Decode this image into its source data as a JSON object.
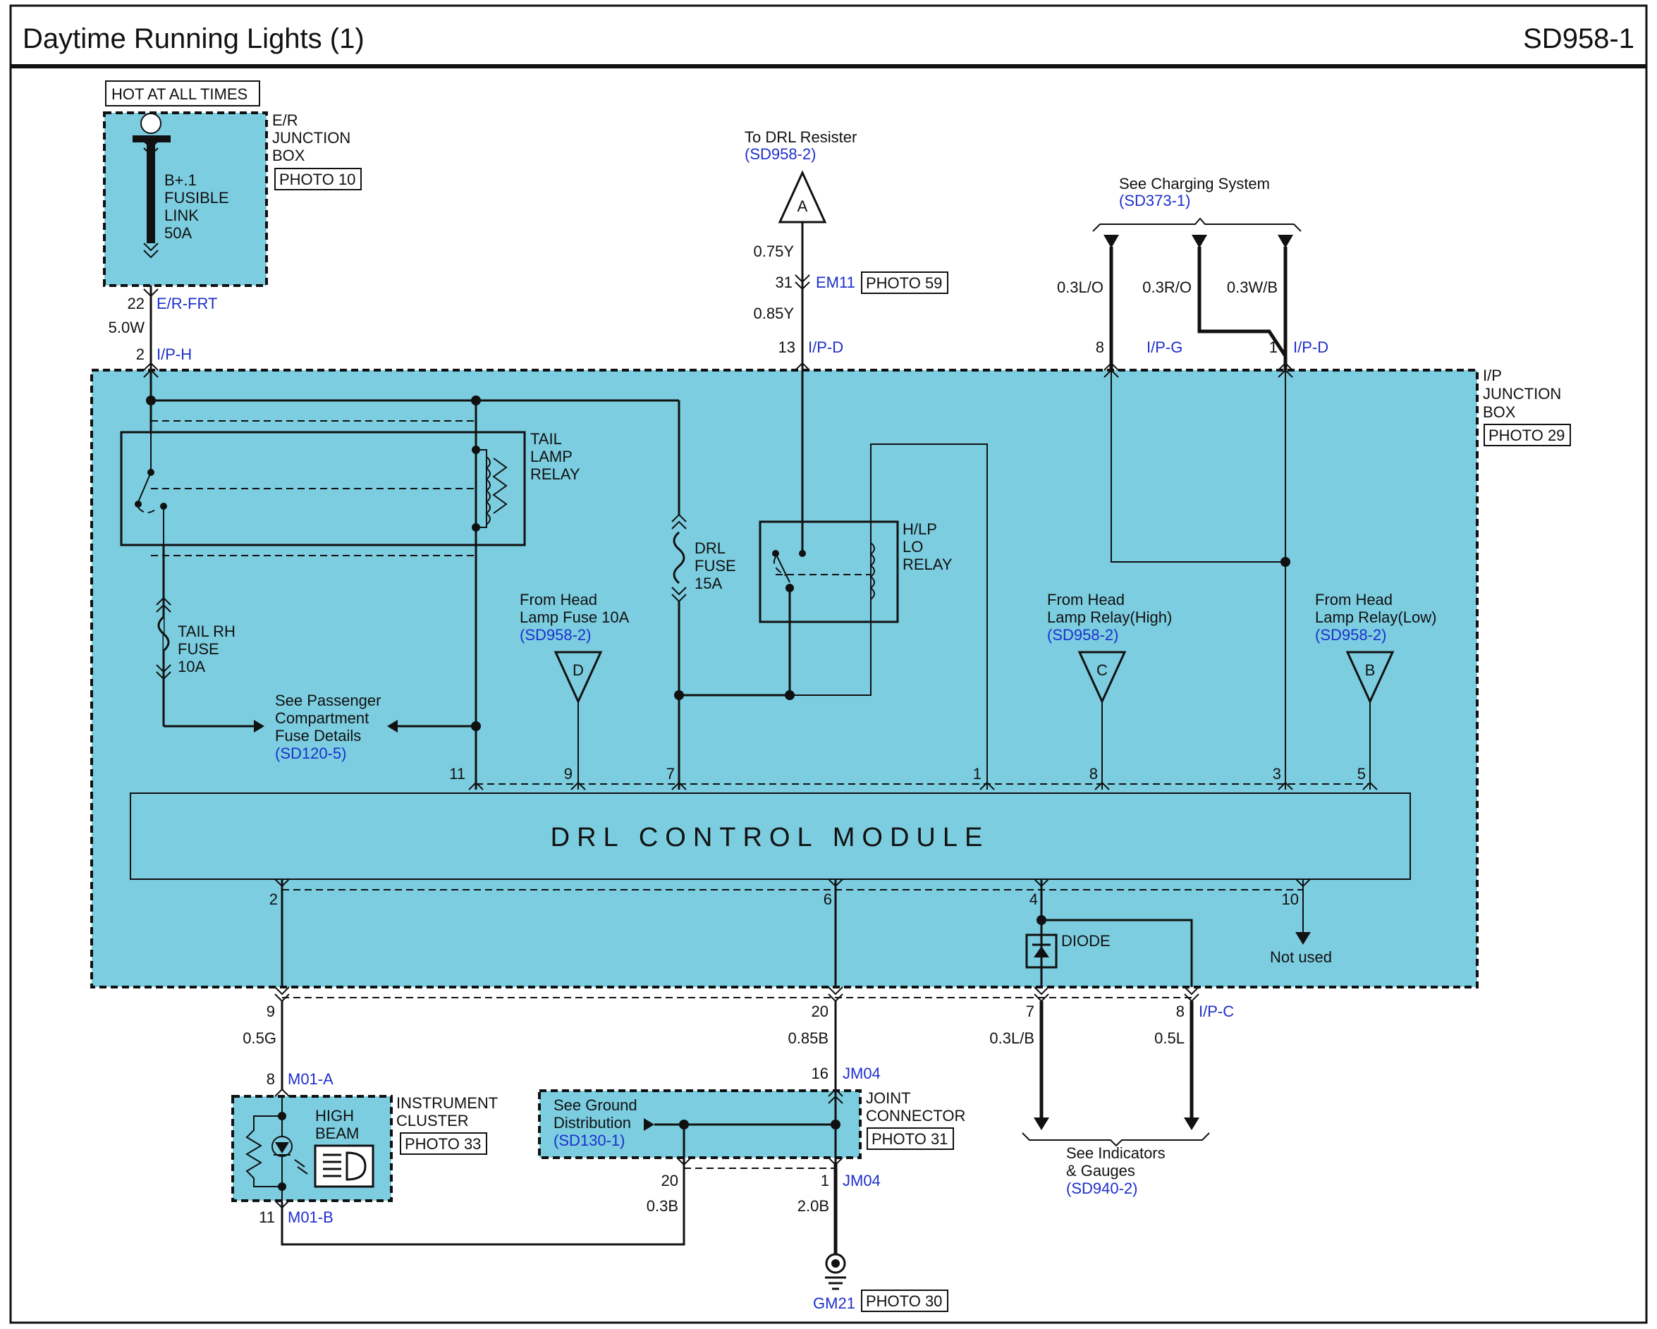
{
  "header": {
    "title": "Daytime Running Lights (1)",
    "code": "SD958-1"
  },
  "power": {
    "hot_label": "HOT AT ALL TIMES",
    "er_box": [
      "E/R",
      "JUNCTION",
      "BOX"
    ],
    "er_photo": "PHOTO 10",
    "fusible_link": [
      "B+.1",
      "FUSIBLE",
      "LINK",
      "50A"
    ],
    "pin_er": "22",
    "conn_er": "E/R-FRT",
    "wire_power": "5.0W",
    "pin_ip": "2",
    "conn_ip": "I/P-H"
  },
  "drl_resister": {
    "to_label": "To DRL Resister",
    "to_ref": "(SD958-2)",
    "terminal": "A",
    "wire1": "0.75Y",
    "pin_em": "31",
    "conn_em": "EM11",
    "photo_em": "PHOTO 59",
    "wire2": "0.85Y",
    "pin_ip": "13",
    "conn_ip": "I/P-D"
  },
  "charging": {
    "label": "See Charging System",
    "ref": "(SD373-1)",
    "wire_lo": "0.3L/O",
    "wire_ro": "0.3R/O",
    "wire_wb": "0.3W/B",
    "pin_g": "8",
    "conn_g": "I/P-G",
    "pin_d": "1",
    "conn_d": "I/P-D"
  },
  "ip_box": {
    "lines": [
      "I/P",
      "JUNCTION",
      "BOX"
    ],
    "photo": "PHOTO 29"
  },
  "tail_relay": [
    "TAIL",
    "LAMP",
    "RELAY"
  ],
  "tail_fuse": [
    "TAIL RH",
    "FUSE",
    "10A"
  ],
  "drl_fuse": [
    "DRL",
    "FUSE",
    "15A"
  ],
  "hlp_relay": [
    "H/LP",
    "LO",
    "RELAY"
  ],
  "passenger": {
    "lines": [
      "See Passenger",
      "Compartment",
      "Fuse Details"
    ],
    "ref": "(SD120-5)"
  },
  "from_d": {
    "lines": [
      "From Head",
      "Lamp Fuse 10A"
    ],
    "ref": "(SD958-2)",
    "terminal": "D"
  },
  "from_c": {
    "lines": [
      "From Head",
      "Lamp Relay(High)"
    ],
    "ref": "(SD958-2)",
    "terminal": "C"
  },
  "from_b": {
    "lines": [
      "From Head",
      "Lamp Relay(Low)"
    ],
    "ref": "(SD958-2)",
    "terminal": "B"
  },
  "module": {
    "name": "DRL CONTROL MODULE",
    "top_pins": [
      "11",
      "9",
      "7",
      "1",
      "8",
      "3",
      "5"
    ],
    "bottom_pins": [
      "2",
      "6",
      "4",
      "10"
    ],
    "not_used": "Not used",
    "diode": "DIODE"
  },
  "lower": {
    "pin_9": "9",
    "wire_05g": "0.5G",
    "pin_8": "8",
    "conn_m01a": "M01-A",
    "pin_20": "20",
    "wire_085b": "0.85B",
    "pin_16": "16",
    "conn_jm04_top": "JM04",
    "pin_7": "7",
    "wire_03lb": "0.3L/B",
    "pin_8c": "8",
    "wire_05l": "0.5L",
    "conn_ipc": "I/P-C"
  },
  "cluster": {
    "lines": [
      "INSTRUMENT",
      "CLUSTER"
    ],
    "photo": "PHOTO 33",
    "high_beam": [
      "HIGH",
      "BEAM"
    ],
    "pin_11": "11",
    "conn_m01b": "M01-B"
  },
  "joint": {
    "lines": [
      "JOINT",
      "CONNECTOR"
    ],
    "photo": "PHOTO 31",
    "ground_lines": [
      "See Ground",
      "Distribution"
    ],
    "ground_ref": "(SD130-1)",
    "pin_20": "20",
    "wire_03b": "0.3B",
    "pin_1": "1",
    "conn_jm04": "JM04",
    "wire_20b": "2.0B"
  },
  "ground": {
    "id": "GM21",
    "photo": "PHOTO 30"
  },
  "indicators": {
    "lines": [
      "See Indicators",
      "& Gauges"
    ],
    "ref": "(SD940-2)"
  }
}
